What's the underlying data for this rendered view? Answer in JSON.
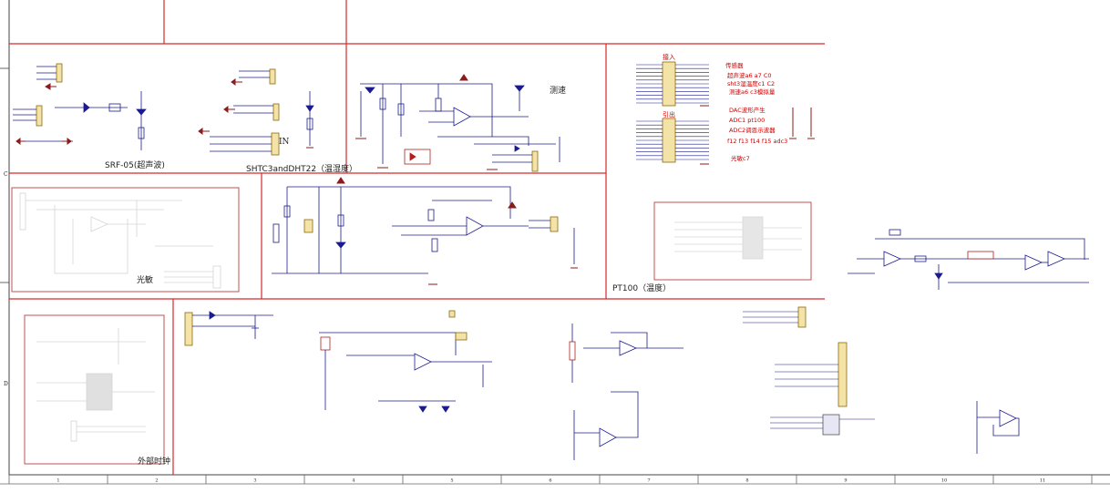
{
  "sections": {
    "srf05": "SRF-05(超声波)",
    "sht": "SHTC3andDHT22（温湿度）",
    "speed": "测速",
    "light": "光敏",
    "pt100": "PT100（温度）",
    "clock": "外部时钟"
  },
  "labels": {
    "in_tag": "IN",
    "connect_top": "接入",
    "connect_bottom": "引出"
  },
  "notes": [
    "传感器",
    "超声波a6 a7 C0",
    "sht3湿温度c1 C2",
    "测速a6 c3模拟量",
    "DAC波形产生",
    "ADC1 pt100",
    "ADC2调恩示波器",
    "f12 f13 f14 f15 adc3",
    "光敏c7"
  ],
  "ruler": [
    "1",
    "2",
    "3",
    "4",
    "5",
    "6",
    "7",
    "8",
    "9",
    "10",
    "11"
  ],
  "side_marks": [
    "C",
    "D"
  ]
}
